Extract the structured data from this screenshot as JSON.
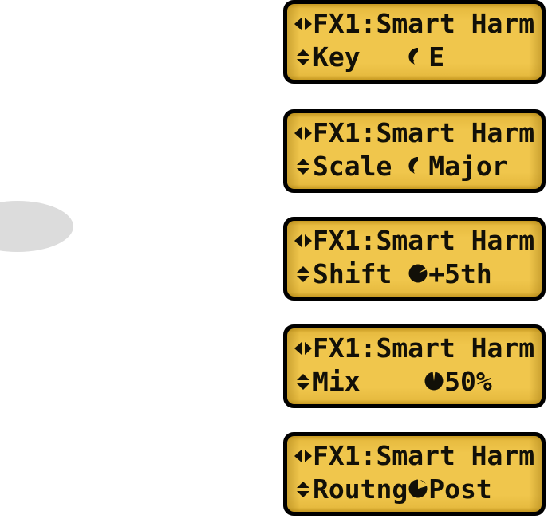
{
  "background_color": "#ffffff",
  "decoration": {
    "ellipse": {
      "name": "gray-ellipse",
      "color": "#dcdcdc"
    }
  },
  "display": {
    "type": "lcd-16x2",
    "columns": 16,
    "rows": 2,
    "colors": {
      "bezel": "#000000",
      "screen_light": "#f0c64c",
      "screen_dark": "#c79a22",
      "text": "#121008"
    },
    "nav_icons": {
      "left_right": "left-right-arrows-icon",
      "up_down": "up-down-arrows-icon"
    }
  },
  "panels": [
    {
      "id": "panel-key",
      "line1": "FX1:Smart Harm",
      "line1_nav": "left-right",
      "line2_nav": "up-down",
      "param_label": "Key",
      "param_gap": "   ",
      "knob_icon": "knob-arc-icon",
      "knob_position": "min",
      "param_value": "E"
    },
    {
      "id": "panel-scale",
      "line1": "FX1:Smart Harm",
      "line1_nav": "left-right",
      "line2_nav": "up-down",
      "param_label": "Scale",
      "param_gap": " ",
      "knob_icon": "knob-arc-icon",
      "knob_position": "min",
      "param_value": "Major"
    },
    {
      "id": "panel-shift",
      "line1": "FX1:Smart Harm",
      "line1_nav": "left-right",
      "line2_nav": "up-down",
      "param_label": "Shift",
      "param_gap": " ",
      "knob_icon": "knob-dial-icon",
      "knob_position": "upper-right",
      "param_value": "+5th"
    },
    {
      "id": "panel-mix",
      "line1": "FX1:Smart Harm",
      "line1_nav": "left-right",
      "line2_nav": "up-down",
      "param_label": "Mix",
      "param_gap": "    ",
      "knob_icon": "knob-dial-icon",
      "knob_position": "top",
      "param_value": "50%"
    },
    {
      "id": "panel-routing",
      "line1": "FX1:Smart Harm",
      "line1_nav": "left-right",
      "line2_nav": "up-down",
      "param_label": "Routng",
      "param_gap": "",
      "knob_icon": "knob-dial-icon",
      "knob_position": "upper-right-wide",
      "param_value": "Post"
    }
  ]
}
